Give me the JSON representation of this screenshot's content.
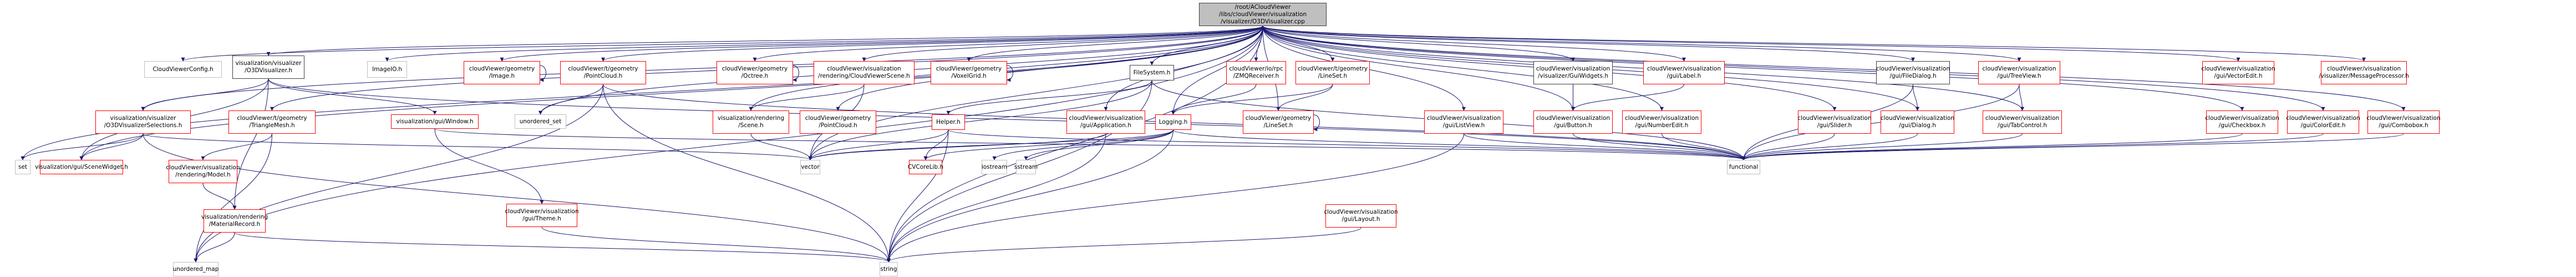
{
  "graph": {
    "title": "Include dependency graph for O3DVisualizer.cpp",
    "edge_color": "#191970",
    "legend": {
      "root_fill": "#bfbfbf",
      "documented_border": "#404040",
      "undocumented_border": "#ff0000",
      "system_border": "#bfbfbf"
    },
    "nodes": [
      {
        "id": "root",
        "label": "/root/ACloudViewer\n/libs/cloudViewer/visualization\n/visualizer/O3DVisualizer.cpp",
        "kind": "root"
      },
      {
        "id": "cvconfig",
        "label": "CloudViewerConfig.h",
        "kind": "gray"
      },
      {
        "id": "o3dvis_h",
        "label": "visualization/visualizer\n/O3DVisualizer.h",
        "kind": "black"
      },
      {
        "id": "imageio",
        "label": "ImageIO.h",
        "kind": "gray"
      },
      {
        "id": "image",
        "label": "cloudViewer/geometry\n/Image.h",
        "kind": "red"
      },
      {
        "id": "tpointcloud",
        "label": "cloudViewer/t/geometry\n/PointCloud.h",
        "kind": "red"
      },
      {
        "id": "octree",
        "label": "cloudViewer/geometry\n/Octree.h",
        "kind": "red"
      },
      {
        "id": "cvscene",
        "label": "cloudViewer/visualization\n/rendering/CloudViewerScene.h",
        "kind": "red"
      },
      {
        "id": "voxelgrid",
        "label": "cloudViewer/geometry\n/VoxelGrid.h",
        "kind": "red"
      },
      {
        "id": "filesystem",
        "label": "FileSystem.h",
        "kind": "black"
      },
      {
        "id": "zmq",
        "label": "cloudViewer/io/rpc\n/ZMQReceiver.h",
        "kind": "red"
      },
      {
        "id": "tlineset",
        "label": "cloudViewer/t/geometry\n/LineSet.h",
        "kind": "red"
      },
      {
        "id": "guiwidgets",
        "label": "cloudViewer/visualization\n/visualizer/GuiWidgets.h",
        "kind": "black"
      },
      {
        "id": "label",
        "label": "cloudViewer/visualization\n/gui/Label.h",
        "kind": "red"
      },
      {
        "id": "filedialog",
        "label": "cloudViewer/visualization\n/gui/FileDialog.h",
        "kind": "black"
      },
      {
        "id": "treeview",
        "label": "cloudViewer/visualization\n/gui/TreeView.h",
        "kind": "red"
      },
      {
        "id": "vectoredit",
        "label": "cloudViewer/visualization\n/gui/VectorEdit.h",
        "kind": "red"
      },
      {
        "id": "msgproc",
        "label": "cloudViewer/visualization\n/visualizer/MessageProcessor.h",
        "kind": "red"
      },
      {
        "id": "selections",
        "label": "visualization/visualizer\n/O3DVisualizerSelections.h",
        "kind": "red"
      },
      {
        "id": "ttrimesh",
        "label": "cloudViewer/t/geometry\n/TriangleMesh.h",
        "kind": "red"
      },
      {
        "id": "window",
        "label": "visualization/gui/Window.h",
        "kind": "red"
      },
      {
        "id": "unordered_set",
        "label": "unordered_set",
        "kind": "gray"
      },
      {
        "id": "scene",
        "label": "visualization/rendering\n/Scene.h",
        "kind": "red"
      },
      {
        "id": "pointcloud",
        "label": "cloudViewer/geometry\n/PointCloud.h",
        "kind": "red"
      },
      {
        "id": "helper",
        "label": "Helper.h",
        "kind": "red"
      },
      {
        "id": "application",
        "label": "cloudViewer/visualization\n/gui/Application.h",
        "kind": "red"
      },
      {
        "id": "logging",
        "label": "Logging.h",
        "kind": "red"
      },
      {
        "id": "lineset",
        "label": "cloudViewer/geometry\n/LineSet.h",
        "kind": "red"
      },
      {
        "id": "listview",
        "label": "cloudViewer/visualization\n/gui/ListView.h",
        "kind": "red"
      },
      {
        "id": "button",
        "label": "cloudViewer/visualization\n/gui/Button.h",
        "kind": "red"
      },
      {
        "id": "numberedit",
        "label": "cloudViewer/visualization\n/gui/NumberEdit.h",
        "kind": "red"
      },
      {
        "id": "slider",
        "label": "cloudViewer/visualization\n/gui/Slider.h",
        "kind": "red"
      },
      {
        "id": "dialog",
        "label": "cloudViewer/visualization\n/gui/Dialog.h",
        "kind": "red"
      },
      {
        "id": "tabcontrol",
        "label": "cloudViewer/visualization\n/gui/TabControl.h",
        "kind": "red"
      },
      {
        "id": "checkbox",
        "label": "cloudViewer/visualization\n/gui/Checkbox.h",
        "kind": "red"
      },
      {
        "id": "coloredit",
        "label": "cloudViewer/visualization\n/gui/ColorEdit.h",
        "kind": "red"
      },
      {
        "id": "combobox",
        "label": "cloudViewer/visualization\n/gui/Combobox.h",
        "kind": "red"
      },
      {
        "id": "set",
        "label": "set",
        "kind": "gray"
      },
      {
        "id": "scenewidget",
        "label": "visualization/gui/SceneWidget.h",
        "kind": "red"
      },
      {
        "id": "model",
        "label": "cloudViewer/visualization\n/rendering/Model.h",
        "kind": "red"
      },
      {
        "id": "vector",
        "label": "vector",
        "kind": "gray"
      },
      {
        "id": "cvcorelib",
        "label": "CVCoreLib.h",
        "kind": "red"
      },
      {
        "id": "iostream",
        "label": "iostream",
        "kind": "gray"
      },
      {
        "id": "sstream",
        "label": "sstream",
        "kind": "gray"
      },
      {
        "id": "functional",
        "label": "functional",
        "kind": "gray"
      },
      {
        "id": "material",
        "label": "visualization/rendering\n/MaterialRecord.h",
        "kind": "red"
      },
      {
        "id": "theme",
        "label": "cloudViewer/visualization\n/gui/Theme.h",
        "kind": "red"
      },
      {
        "id": "layout",
        "label": "cloudViewer/visualization\n/gui/Layout.h",
        "kind": "red"
      },
      {
        "id": "unordered_map",
        "label": "unordered_map",
        "kind": "gray"
      },
      {
        "id": "string",
        "label": "string",
        "kind": "gray"
      }
    ],
    "edges": [
      [
        "root",
        "cvconfig"
      ],
      [
        "root",
        "o3dvis_h"
      ],
      [
        "root",
        "imageio"
      ],
      [
        "root",
        "image"
      ],
      [
        "root",
        "tpointcloud"
      ],
      [
        "root",
        "octree"
      ],
      [
        "root",
        "cvscene"
      ],
      [
        "root",
        "voxelgrid"
      ],
      [
        "root",
        "filesystem"
      ],
      [
        "root",
        "zmq"
      ],
      [
        "root",
        "tlineset"
      ],
      [
        "root",
        "guiwidgets"
      ],
      [
        "root",
        "label"
      ],
      [
        "root",
        "filedialog"
      ],
      [
        "root",
        "treeview"
      ],
      [
        "root",
        "vectoredit"
      ],
      [
        "root",
        "msgproc"
      ],
      [
        "root",
        "selections"
      ],
      [
        "root",
        "ttrimesh"
      ],
      [
        "root",
        "set"
      ],
      [
        "root",
        "scenewidget"
      ],
      [
        "root",
        "unordered_map"
      ],
      [
        "root",
        "logging"
      ],
      [
        "root",
        "application"
      ],
      [
        "root",
        "lineset"
      ],
      [
        "root",
        "listview"
      ],
      [
        "root",
        "button"
      ],
      [
        "root",
        "numberedit"
      ],
      [
        "root",
        "slider"
      ],
      [
        "root",
        "dialog"
      ],
      [
        "root",
        "tabcontrol"
      ],
      [
        "root",
        "checkbox"
      ],
      [
        "root",
        "coloredit"
      ],
      [
        "root",
        "combobox"
      ],
      [
        "root",
        "string"
      ],
      [
        "root",
        "vector"
      ],
      [
        "root",
        "pointcloud"
      ],
      [
        "root",
        "scene"
      ],
      [
        "root",
        "unordered_set"
      ],
      [
        "o3dvis_h",
        "selections"
      ],
      [
        "o3dvis_h",
        "window"
      ],
      [
        "o3dvis_h",
        "material"
      ],
      [
        "o3dvis_h",
        "functional"
      ],
      [
        "o3dvis_h",
        "scenewidget"
      ],
      [
        "image",
        "image"
      ],
      [
        "octree",
        "octree"
      ],
      [
        "voxelgrid",
        "voxelgrid"
      ],
      [
        "lineset",
        "lineset"
      ],
      [
        "tpointcloud",
        "unordered_set"
      ],
      [
        "tpointcloud",
        "string"
      ],
      [
        "tpointcloud",
        "unordered_map"
      ],
      [
        "tpointcloud",
        "functional"
      ],
      [
        "cvscene",
        "scene"
      ],
      [
        "cvscene",
        "vector"
      ],
      [
        "selections",
        "set"
      ],
      [
        "selections",
        "scenewidget"
      ],
      [
        "selections",
        "vector"
      ],
      [
        "selections",
        "string"
      ],
      [
        "ttrimesh",
        "model"
      ],
      [
        "ttrimesh",
        "unordered_map"
      ],
      [
        "model",
        "material"
      ],
      [
        "material",
        "unordered_map"
      ],
      [
        "material",
        "string"
      ],
      [
        "window",
        "theme"
      ],
      [
        "window",
        "functional"
      ],
      [
        "scene",
        "vector"
      ],
      [
        "filesystem",
        "vector"
      ],
      [
        "filesystem",
        "string"
      ],
      [
        "filesystem",
        "functional"
      ],
      [
        "filesystem",
        "helper"
      ],
      [
        "helper",
        "cvcorelib"
      ],
      [
        "helper",
        "string"
      ],
      [
        "helper",
        "vector"
      ],
      [
        "helper",
        "functional"
      ],
      [
        "application",
        "string"
      ],
      [
        "application",
        "vector"
      ],
      [
        "logging",
        "cvcorelib"
      ],
      [
        "logging",
        "iostream"
      ],
      [
        "logging",
        "sstream"
      ],
      [
        "logging",
        "string"
      ],
      [
        "logging",
        "vector"
      ],
      [
        "logging",
        "functional"
      ],
      [
        "zmq",
        "logging"
      ],
      [
        "tlineset",
        "lineset"
      ],
      [
        "tlineset",
        "logging"
      ],
      [
        "guiwidgets",
        "button"
      ],
      [
        "label",
        "button"
      ],
      [
        "filedialog",
        "dialog"
      ],
      [
        "filedialog",
        "functional"
      ],
      [
        "treeview",
        "tabcontrol"
      ],
      [
        "treeview",
        "functional"
      ],
      [
        "listview",
        "string"
      ],
      [
        "listview",
        "functional"
      ],
      [
        "button",
        "functional"
      ],
      [
        "numberedit",
        "functional"
      ],
      [
        "slider",
        "functional"
      ],
      [
        "dialog",
        "functional"
      ],
      [
        "tabcontrol",
        "functional"
      ],
      [
        "checkbox",
        "functional"
      ],
      [
        "coloredit",
        "functional"
      ],
      [
        "combobox",
        "functional"
      ],
      [
        "layout",
        "string"
      ],
      [
        "theme",
        "string"
      ]
    ]
  }
}
